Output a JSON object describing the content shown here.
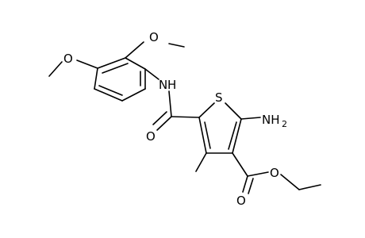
{
  "structure": {
    "atoms": {
      "o_methoxy_top": "O",
      "o_methoxy_left": "O",
      "nh_amide": "N",
      "nh_h": "H",
      "s_thiophene": "S",
      "nh2_n": "NH",
      "nh2_sub": "2",
      "o_amide_carbonyl": "O",
      "o_ester_carbonyl": "O",
      "o_ester_ether": "O"
    }
  }
}
